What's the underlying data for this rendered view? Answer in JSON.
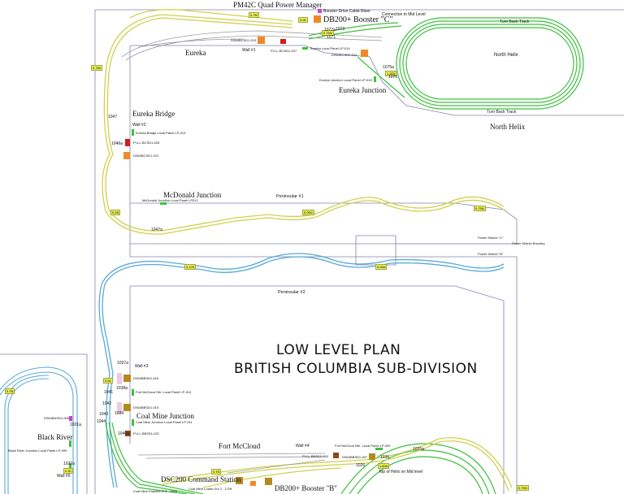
{
  "title_block": {
    "line1": "LOW LEVEL PLAN",
    "line2": "BRITISH COLUMBIA SUB-DIVISION"
  },
  "headings": {
    "pm42c": "PM42C Quad Power Manager",
    "booster_c": "DB200+ Booster \"C\"",
    "eureka": "Eureka",
    "eureka_junction": "Eureka Junction",
    "eureka_bridge": "Eureka Bridge",
    "mcdonald_junction": "McDonald Junction",
    "north_helix": "North Helix",
    "north_helix_area": "North Helix",
    "black_river": "Black River",
    "coal_mine_junction": "Coal Mine Junction",
    "fort_mccloud": "Fort McCloud",
    "dsc200": "DSC200 Command Station",
    "booster_b": "DB200+ Booster \"B\"",
    "peninsular_1": "Peninsular #1",
    "peninsular_2": "Peninsular #2"
  },
  "small_labels": {
    "booster_drive_cable_riser": "Booster Drive Cable Riser",
    "connection_mid_level": "Connection to Mid Level",
    "turn_back_track_top": "Turn Back Track",
    "turn_back_track_bottom": "Turn Back Track",
    "wall_1": "Wall #1",
    "wall_2": "Wall #2",
    "wall_3": "Wall #3",
    "wall_4": "Wall #4",
    "wall_6": "Wall #6",
    "ds64_eu_013": "DS64BCSD1-013",
    "pi_eu_027": "PI-LL-BCSD1-027",
    "eureka_local_panel": "Eureka Local Panel LP-014",
    "ds64_eu_014": "DS64BCSD2-014",
    "eureka_jct_panel": "Eureka Junction Local Panel LP-015",
    "eureka_bridge_panel": "Eureka Bridge Local Panel LP-013",
    "pi_bridge_026": "PI-LL-BCSD1-026",
    "ds64_bridge_012": "DS64BCSD1-012",
    "mcdonald_panel": "McDonald Junction Local Panel LP012",
    "power_district_c": "Power District \"C\"",
    "power_district_b": "Power District \"B\"",
    "power_district_boundary": "Power District Boundry",
    "ds64_fm_016": "DS64BBSD1-016",
    "fort_mccloud_sth_panel": "Fort McCloud Sth. Local Panel LP-010",
    "ds64_cm_015": "DS64BBSD1-015",
    "coal_mine_panel": "Coal Mine Junction Local Panel LP-011",
    "pi_cm_021": "PI-LL-BBSD1-021",
    "fort_mccloud_nth_panel": "Fort McCloud Nth. Local Panel LP-009",
    "pi_fm_024": "PI-LL-BBSD1-024",
    "ds64_fm_007": "DS64BBSD1-007",
    "top_of_helix": "Top of Helix on Mid level",
    "coal_empties": "Coal Mine Empties In 2 - 188ft",
    "coal_loads": "Coal Mine Loads Out 2 - 172ft",
    "ds64_br_006": "DS64BASD1-006",
    "black_river_panel": "Black River Junction Local Panel LP-009"
  },
  "track_tags": {
    "t1": "0.780",
    "t2": "0.7M",
    "t3": "1.200",
    "t4": "0.2N",
    "t5": "0.05N",
    "t6": "0.75N",
    "t7": "0.125",
    "t8": "0.05A",
    "t9": "0.52",
    "t10": "0.7N",
    "t11": "1.60A",
    "t12": "0.75N",
    "t13": "0.7N",
    "t14": "0.40",
    "t15": "0.90",
    "t16": "0.75N"
  },
  "track_ids": {
    "a": "1047a",
    "b": "1047",
    "c": "1046a",
    "d": "1047a",
    "e": "1037a",
    "f": "1038a",
    "g": "1041",
    "h": "1042",
    "i": "1043",
    "j": "1044",
    "k": "1039",
    "l": "1040a",
    "m": "1072a",
    "n": "1071",
    "o": "1073",
    "p": "1075a",
    "q": "1076",
    "r": "1021a",
    "s": "1022a",
    "t": "1035a",
    "u": "1036",
    "v": "1026"
  },
  "colors": {
    "yellow_track": "#d6d860",
    "green_track": "#3ec03e",
    "blue_track": "#5aaad8",
    "outline": "#7a7aa8",
    "ds64": "#ee8a2a",
    "pi": "#d61a1a",
    "panel": "#3ec03e",
    "pink": "#e6a8d8",
    "brown": "#b48a1c"
  }
}
